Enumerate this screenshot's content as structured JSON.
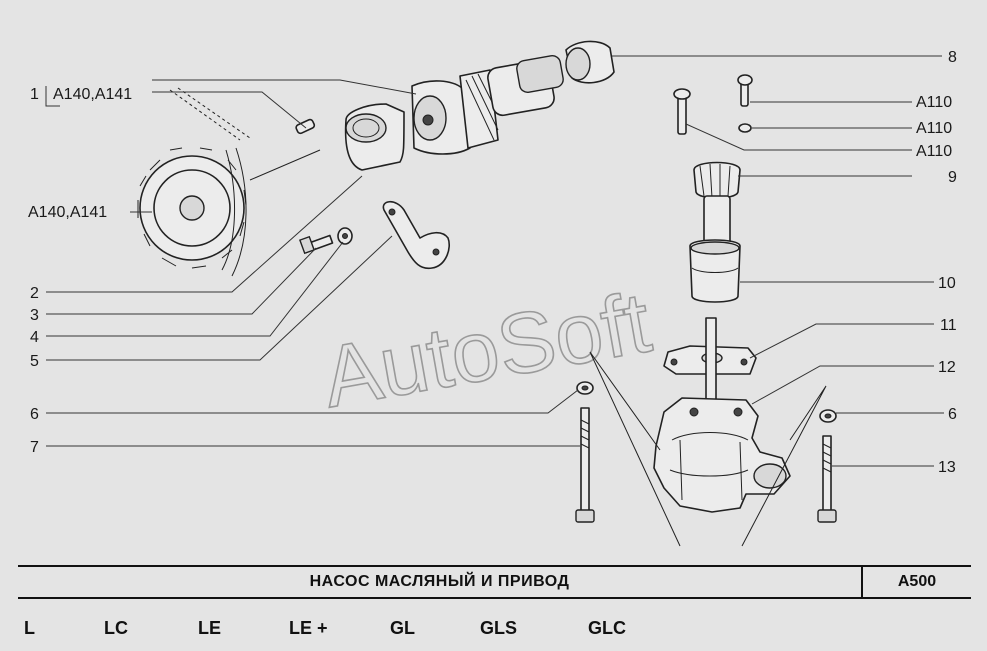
{
  "diagram": {
    "watermark": "AutoSoft",
    "labels": {
      "c1_num": "1",
      "c1_ref": "A140,A141",
      "ref_left": "A140,A141",
      "n2": "2",
      "n3": "3",
      "n4": "4",
      "n5": "5",
      "n6_left": "6",
      "n7": "7",
      "n8": "8",
      "a110_1": "A110",
      "a110_2": "A110",
      "a110_3": "A110",
      "n9": "9",
      "n10": "10",
      "n11": "11",
      "n12": "12",
      "n6_right": "6",
      "n13": "13"
    }
  },
  "title_bar": {
    "title": "НАСОС МАСЛЯНЫЙ И ПРИВОД",
    "code": "A500"
  },
  "variants": [
    "L",
    "LC",
    "LE",
    "LE +",
    "GL",
    "GLS",
    "GLC"
  ]
}
